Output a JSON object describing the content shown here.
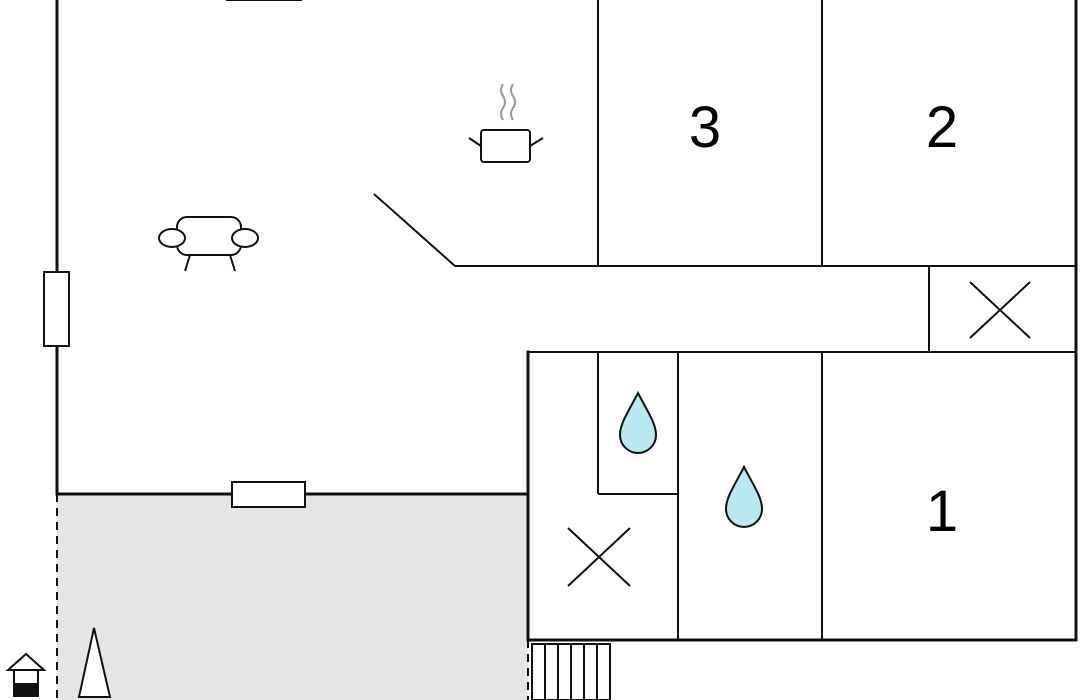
{
  "rooms": {
    "bedroom_1": {
      "label": "1"
    },
    "bedroom_2": {
      "label": "2"
    },
    "bedroom_3": {
      "label": "3"
    }
  },
  "colors": {
    "wall": "#111111",
    "terrace_fill": "#e5e5e5",
    "water_fill": "#b8e8f0",
    "steam": "#999999"
  },
  "icons": [
    "sofa-icon",
    "cooking-pot-icon",
    "water-drop-icon",
    "closet-cross-icon",
    "north-arrow-icon",
    "house-icon"
  ]
}
